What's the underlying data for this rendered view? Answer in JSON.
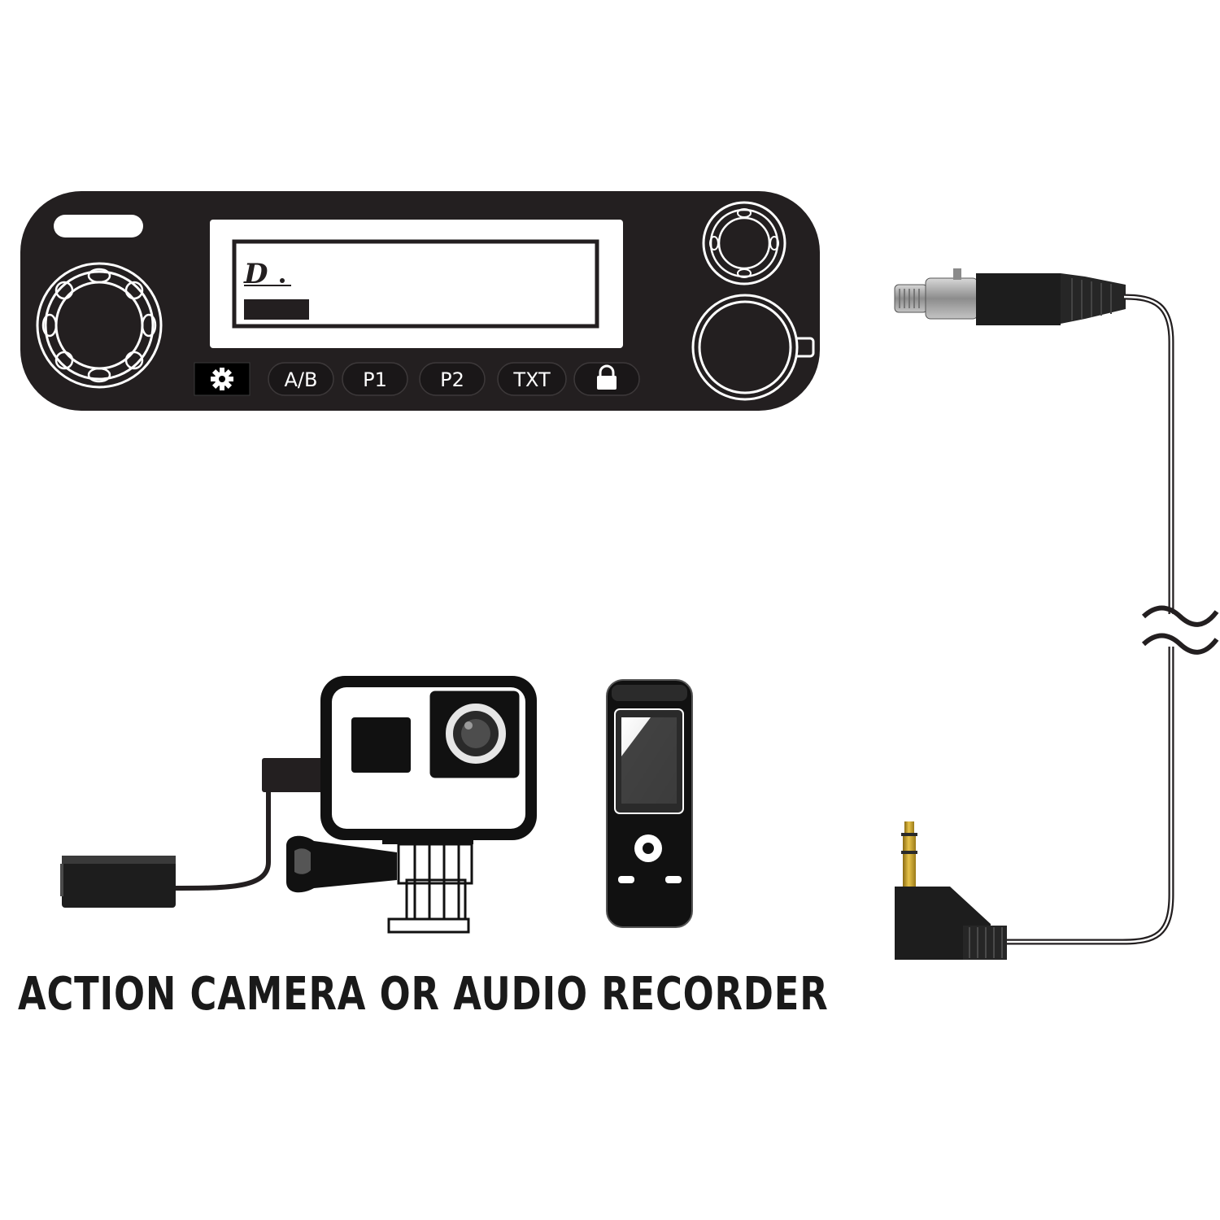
{
  "radio_panel": {
    "buttons": [
      {
        "id": "settings",
        "icon": "gear-icon"
      },
      {
        "id": "ab",
        "label": "A/B"
      },
      {
        "id": "p1",
        "label": "P1"
      },
      {
        "id": "p2",
        "label": "P2"
      },
      {
        "id": "txt",
        "label": "TXT"
      },
      {
        "id": "lock",
        "icon": "lock-icon"
      }
    ]
  },
  "caption": "ACTION CAMERA OR AUDIO RECORDER",
  "colors": {
    "panel": "#231f20",
    "plug_gold": "#c9a227",
    "connector_silver": "#9a9a9a",
    "background": "#ffffff"
  }
}
